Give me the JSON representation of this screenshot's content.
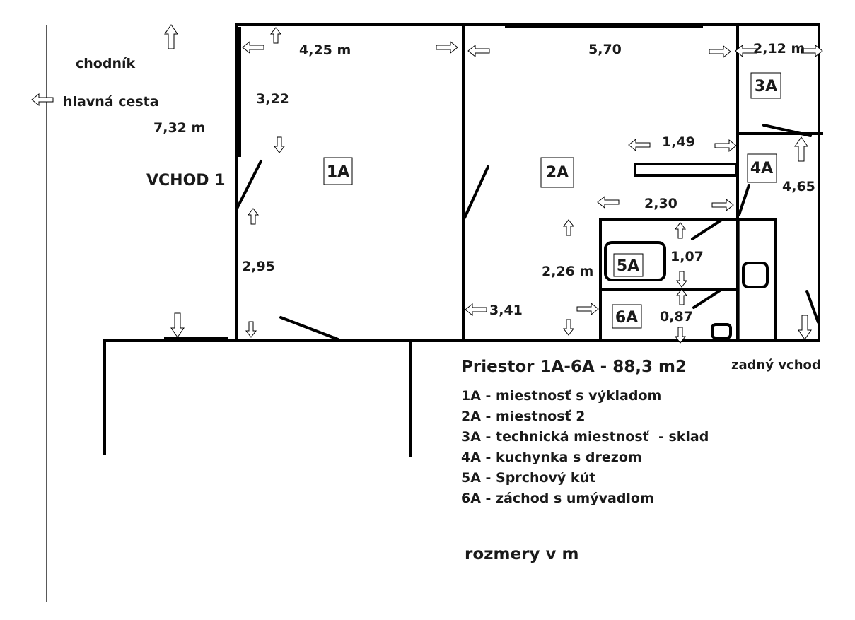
{
  "labels": {
    "sidewalk": "chodník",
    "main_road": "hlavná cesta",
    "entrance_1": "VCHOD 1",
    "rear_entrance": "zadný vchod",
    "units_note": "rozmery v m"
  },
  "dimensions": {
    "d_4_25": "4,25 m",
    "d_5_70": "5,70",
    "d_2_12": "2,12 m",
    "d_3_22": "3,22",
    "d_7_32": "7,32 m",
    "d_1_49": "1,49",
    "d_4_65": "4,65",
    "d_2_30": "2,30",
    "d_1_07": "1,07",
    "d_2_26": "2,26 m",
    "d_2_95": "2,95",
    "d_3_41": "3,41",
    "d_0_87": "0,87"
  },
  "rooms": {
    "r1": "1A",
    "r2": "2A",
    "r3": "3A",
    "r4": "4A",
    "r5": "5A",
    "r6": "6A"
  },
  "summary": {
    "title": "Priestor 1A-6A - 88,3 m2",
    "legend": [
      "1A - miestnosť s výkladom",
      "2A - miestnosť 2",
      "3A - technická miestnosť  - sklad",
      "4A - kuchynka s drezom",
      "5A - Sprchový kút",
      "6A - záchod s umývadlom"
    ]
  }
}
